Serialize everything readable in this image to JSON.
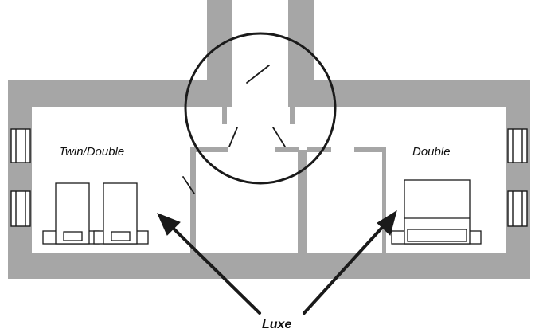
{
  "diagram": {
    "rooms": [
      {
        "name": "Twin/Double"
      },
      {
        "name": "Double"
      }
    ],
    "callout": {
      "label": "Luxe"
    }
  },
  "colors": {
    "wall": "#a6a6a6",
    "line": "#1a1a1a",
    "background": "#ffffff"
  }
}
